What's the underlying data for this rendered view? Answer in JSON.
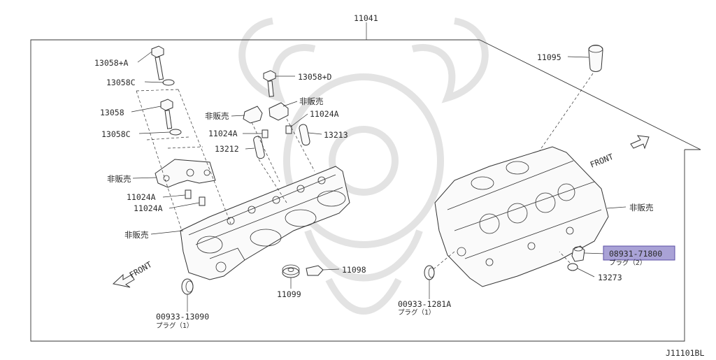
{
  "diagram_id": "J11101BL",
  "callouts": {
    "assembly": "11041",
    "bolt_a": "13058+A",
    "washer_c1": "13058C",
    "bolt": "13058",
    "washer_c2": "13058C",
    "ns_left_top": "非販売",
    "dowel_l1": "11024A",
    "dowel_l2": "11024A",
    "ns_left_mid": "非販売",
    "bolt_d": "13058+D",
    "ns_center_right": "非販売",
    "ns_center_left": "非販売",
    "dowel_c_right": "11024A",
    "dowel_c_left": "11024A",
    "tube_right": "13213",
    "tube_left": "13212",
    "gasket_right": "11098",
    "gasket_left": "11099",
    "plug_left_code": "00933-13090",
    "plug_left_sub": "プラグ（1）",
    "plug_mid_code": "00933-1281A",
    "plug_mid_sub": "プラグ（1）",
    "cap": "11095",
    "ns_right": "非販売",
    "plug_hl_code": "08931-71800",
    "plug_hl_sub": "プラグ（2）",
    "washer_right": "13273",
    "front_left": "FRONT",
    "front_right": "FRONT"
  },
  "colors": {
    "highlight_fill": "#a9a2d6",
    "highlight_stroke": "#5b4fa6",
    "line": "#333333",
    "watermark": "#e3e3e3"
  }
}
